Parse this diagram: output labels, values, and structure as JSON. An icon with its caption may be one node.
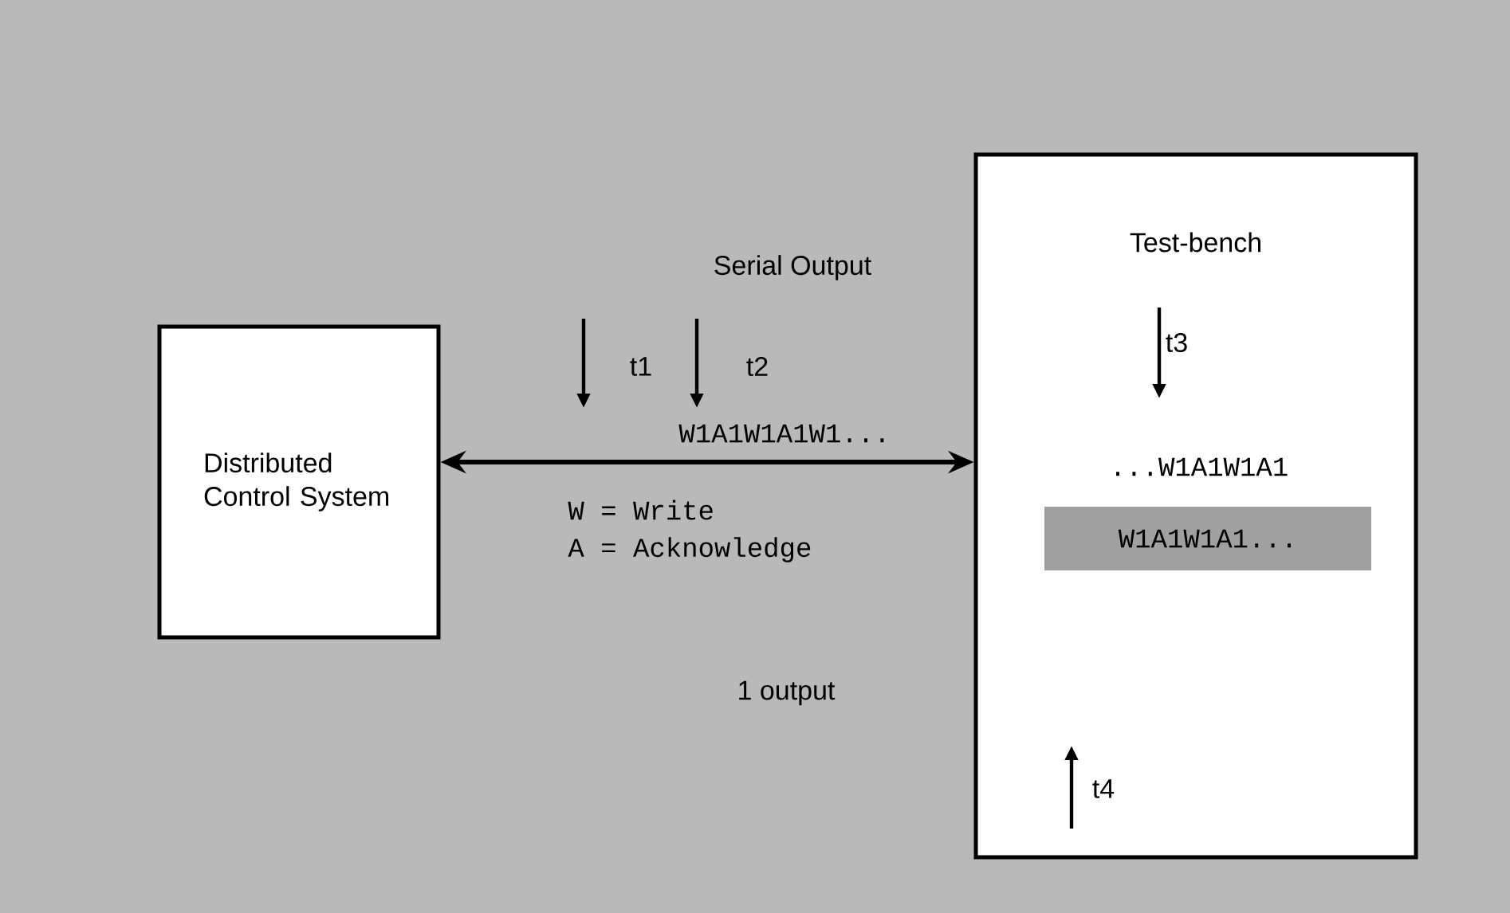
{
  "diagram": {
    "nodes": [
      {
        "text": [
          "Distributed Control System"
        ]
      },
      {
        "text": [
          "Test-bench"
        ]
      },
      {
        "text": [
          "W1A1W1A1..."
        ],
        "in": 1
      }
    ],
    "edges": [
      {
        "from": 0,
        "to": 1,
        "arrow": "both"
      }
    ],
    "labels": [
      "Serial Output",
      "t1",
      "t2",
      "W1A1W1A1W1...",
      "W = Write",
      "A = Acknowledge",
      "1 output",
      "t3",
      "...W1A1W1A1",
      "t4"
    ]
  }
}
